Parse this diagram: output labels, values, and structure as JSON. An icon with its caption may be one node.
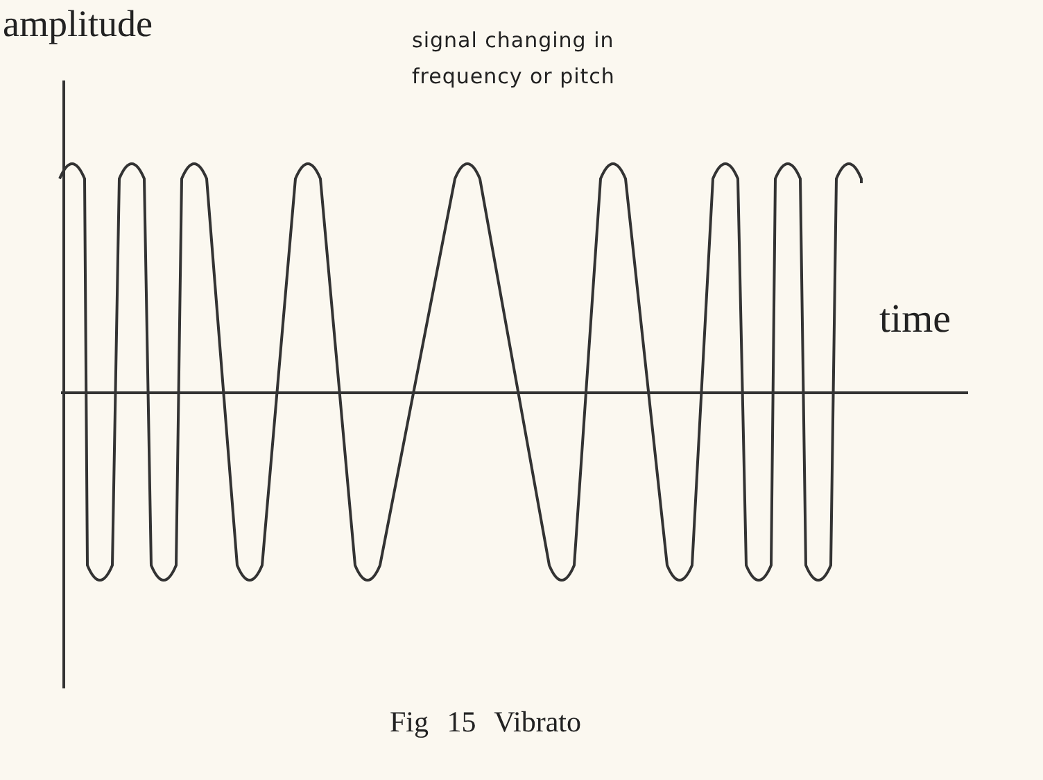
{
  "diagram": {
    "caption": "Fig 15 Vibrato",
    "labels": [
      "amplitude",
      "signal changing in frequency or pitch",
      "time"
    ]
  }
}
